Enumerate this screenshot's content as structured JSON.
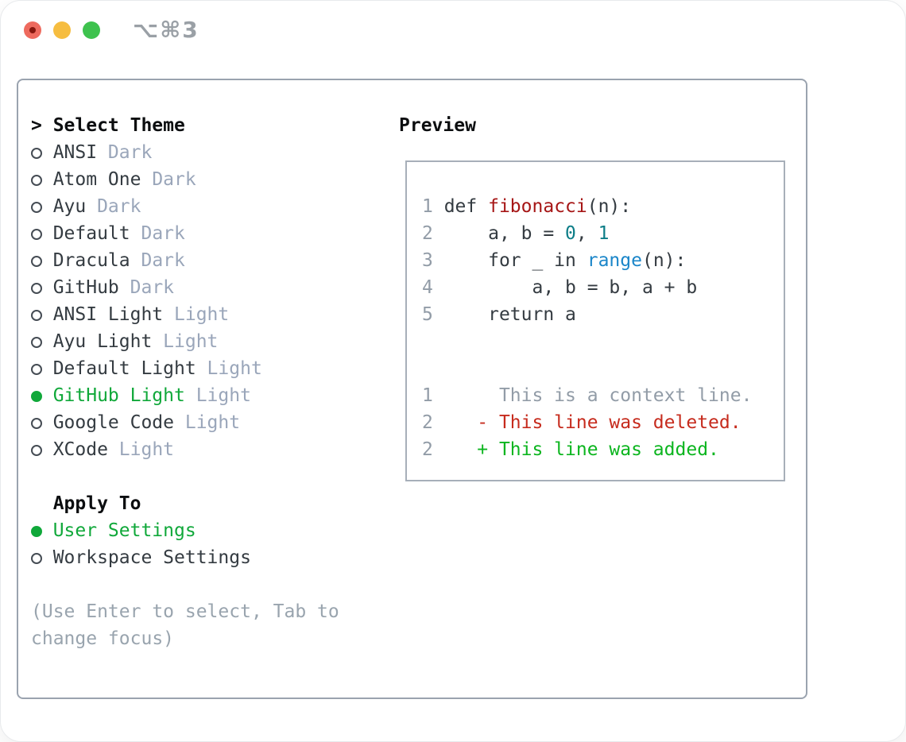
{
  "window": {
    "title": "⌥⌘3"
  },
  "colors": {
    "accent_green": "#10a83a",
    "added_green": "#0cb51f",
    "deleted_red": "#c62b1d",
    "func_red": "#a61616",
    "num_teal": "#0c7d87",
    "builtin_blue": "#1b86c9",
    "text_dark": "#343b41",
    "header_black": "#0c0e10",
    "muted_gray": "#9aa6ba",
    "help_gray": "#99a4ae",
    "line_gray": "#929ca7",
    "border_gray": "#9aa3af",
    "preview_border": "#a7afb9",
    "traffic_red": "#ee6a5e",
    "traffic_yellow": "#f6bd40",
    "traffic_green": "#3ec24e",
    "traffic_red_dot": "#87170e",
    "title_gray": "#9aa0a6"
  },
  "theme_list": {
    "header": "Select Theme",
    "items": [
      {
        "name": "ANSI",
        "tag": "Dark",
        "selected": false
      },
      {
        "name": "Atom One",
        "tag": "Dark",
        "selected": false
      },
      {
        "name": "Ayu",
        "tag": "Dark",
        "selected": false
      },
      {
        "name": "Default",
        "tag": "Dark",
        "selected": false
      },
      {
        "name": "Dracula",
        "tag": "Dark",
        "selected": false
      },
      {
        "name": "GitHub",
        "tag": "Dark",
        "selected": false
      },
      {
        "name": "ANSI Light",
        "tag": "Light",
        "selected": false
      },
      {
        "name": "Ayu Light",
        "tag": "Light",
        "selected": false
      },
      {
        "name": "Default Light",
        "tag": "Light",
        "selected": false
      },
      {
        "name": "GitHub Light",
        "tag": "Light",
        "selected": true
      },
      {
        "name": "Google Code",
        "tag": "Light",
        "selected": false
      },
      {
        "name": "XCode",
        "tag": "Light",
        "selected": false
      }
    ]
  },
  "apply_to": {
    "header": "Apply To",
    "items": [
      {
        "name": "User Settings",
        "selected": true
      },
      {
        "name": "Workspace Settings",
        "selected": false
      }
    ]
  },
  "help": {
    "lines": [
      "(Use Enter to select, Tab to",
      "change focus)"
    ]
  },
  "preview": {
    "header": "Preview",
    "code_lines": [
      {
        "ln": "1",
        "segments": [
          [
            "plain",
            " def "
          ],
          [
            "func",
            "fibonacci"
          ],
          [
            "plain",
            "(n):"
          ]
        ]
      },
      {
        "ln": "2",
        "segments": [
          [
            "plain",
            "     a, b = "
          ],
          [
            "num",
            "0"
          ],
          [
            "plain",
            ", "
          ],
          [
            "num",
            "1"
          ]
        ]
      },
      {
        "ln": "3",
        "segments": [
          [
            "plain",
            "     for _ in "
          ],
          [
            "builtin",
            "range"
          ],
          [
            "plain",
            "(n):"
          ]
        ]
      },
      {
        "ln": "4",
        "segments": [
          [
            "plain",
            "         a, b = b, a + b"
          ]
        ]
      },
      {
        "ln": "5",
        "segments": [
          [
            "plain",
            "     return a"
          ]
        ]
      }
    ],
    "diff_lines": [
      {
        "ln": "1",
        "segments": [
          [
            "ctx",
            "      This is a context line."
          ]
        ]
      },
      {
        "ln": "2",
        "segments": [
          [
            "del",
            "    - This line was deleted."
          ]
        ]
      },
      {
        "ln": "2",
        "segments": [
          [
            "add",
            "    + This line was added."
          ]
        ]
      }
    ]
  }
}
